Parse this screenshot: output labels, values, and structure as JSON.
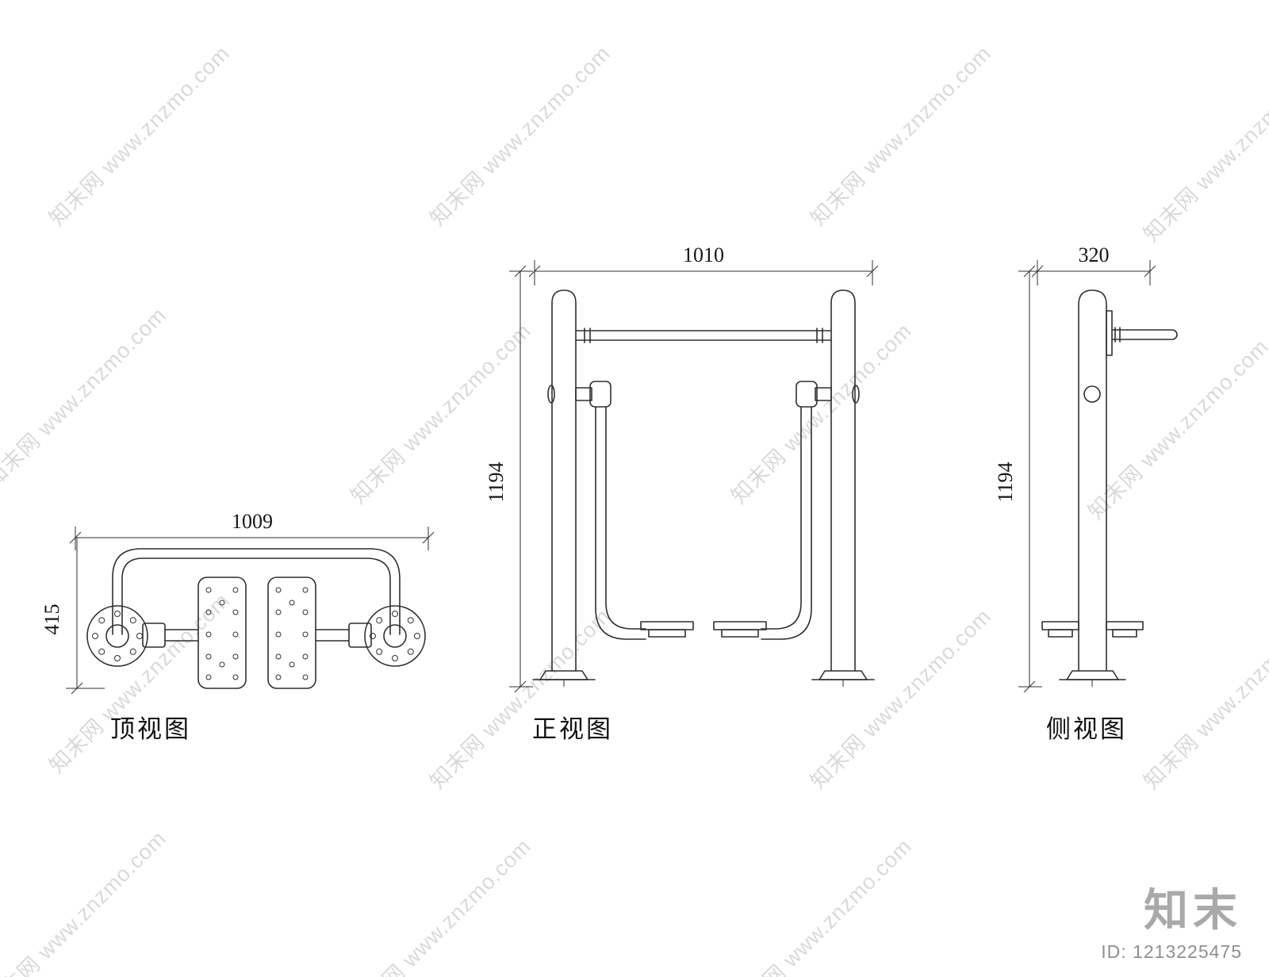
{
  "watermark": {
    "text": "知末网 www.znzmo.com"
  },
  "views": {
    "top": {
      "label": "顶视图",
      "dim_width": "1009",
      "dim_depth": "415"
    },
    "front": {
      "label": "正视图",
      "dim_width": "1010",
      "dim_height": "1194"
    },
    "side": {
      "label": "侧视图",
      "dim_width": "320",
      "dim_height": "1194"
    }
  },
  "footer": {
    "brand": "知末",
    "id_label": "ID: 1213225475"
  }
}
